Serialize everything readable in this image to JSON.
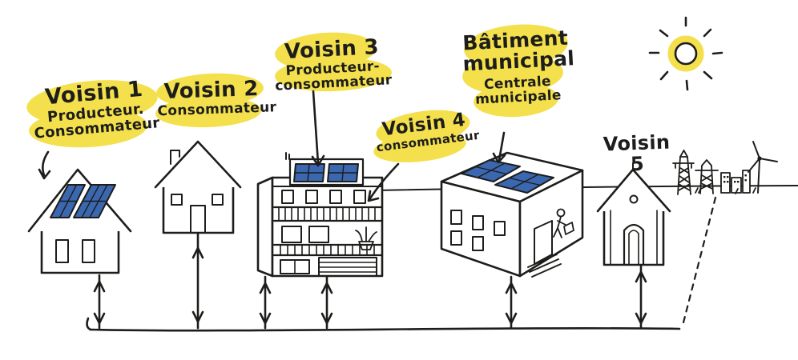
{
  "colors": {
    "highlight": "#f4e04d",
    "panel": "#3a67b0",
    "ink": "#1d1d1b",
    "paper": "#ffffff"
  },
  "labels": {
    "voisin1": {
      "title": "Voisin 1",
      "sub1": "Producteur.",
      "sub2": "Consommateur"
    },
    "voisin2": {
      "title": "Voisin 2",
      "sub1": "Consommateur"
    },
    "voisin3": {
      "title": "Voisin 3",
      "sub1": "Producteur-",
      "sub2": "consommateur"
    },
    "voisin4": {
      "title": "Voisin 4",
      "sub1": "consommateur"
    },
    "municipal": {
      "title1": "Bâtiment",
      "title2": "municipal",
      "sub1": "Centrale",
      "sub2": "municipale"
    },
    "voisin5": {
      "title": "Voisin 5"
    }
  },
  "icons": {
    "sun": "sun-icon",
    "pylons": "transmission-tower-icon",
    "wind_turbine": "wind-turbine-icon",
    "solar_panels": "solar-panel-icon",
    "grid_arrows": "energy-exchange-arrows"
  }
}
